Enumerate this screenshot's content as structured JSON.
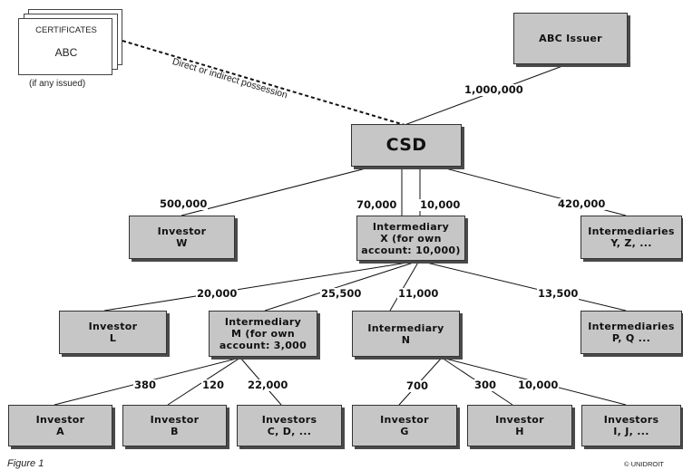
{
  "certificates": {
    "title": "CERTIFICATES",
    "name": "ABC",
    "note": "(if any issued)"
  },
  "possession_label": "Direct or indirect possession",
  "nodes": {
    "issuer": "ABC Issuer",
    "csd": "CSD",
    "investor_w": "Investor\nW",
    "intermediary_x": "Intermediary\nX (for own\naccount: 10,000)",
    "intermediaries_yz": "Intermediaries\nY, Z, ...",
    "investor_l": "Investor\nL",
    "intermediary_m": "Intermediary\nM (for own\naccount: 3,000",
    "intermediary_n": "Intermediary\nN",
    "intermediaries_pq": "Intermediaries\nP, Q ...",
    "investor_a": "Investor\nA",
    "investor_b": "Investor\nB",
    "investors_cd": "Investors\nC, D, ...",
    "investor_g": "Investor\nG",
    "investor_h": "Investor\nH",
    "investors_ij": "Investors\nI, J, ..."
  },
  "amounts": {
    "issuer_csd": "1,000,000",
    "csd_w": "500,000",
    "csd_x_a": "70,000",
    "csd_x_b": "10,000",
    "csd_yz": "420,000",
    "x_l": "20,000",
    "x_m": "25,500",
    "x_n": "11,000",
    "x_pq": "13,500",
    "m_a": "380",
    "m_b": "120",
    "m_cd": "22,000",
    "n_g": "700",
    "n_h": "300",
    "n_ij": "10,000"
  },
  "caption": "Figure 1",
  "copyright": "© UNIDROIT"
}
